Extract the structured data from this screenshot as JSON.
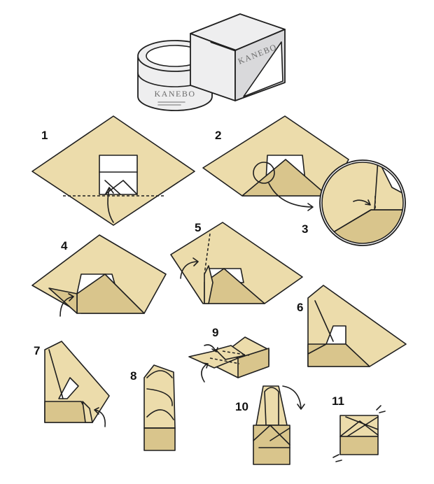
{
  "figure": {
    "product_brand": "KANEBO",
    "step_numbers": [
      "1",
      "2",
      "3",
      "4",
      "5",
      "6",
      "7",
      "8",
      "9",
      "10",
      "11"
    ]
  },
  "colors": {
    "paper": "#ecdcab",
    "paper_shadow": "#d9c58c",
    "outline": "#1f1f1f",
    "product_gray": "#eeeeef"
  }
}
